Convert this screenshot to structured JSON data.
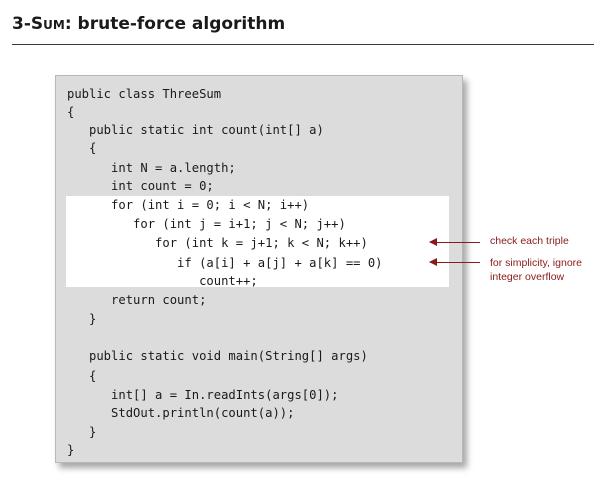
{
  "slide": {
    "title_prefix": "3-",
    "title_smallcaps": "Sum",
    "title_rest": ": brute-force algorithm"
  },
  "code": {
    "lines": [
      "public class ThreeSum",
      "{",
      "   public static int count(int[] a)",
      "   {",
      "      int N = a.length;",
      "      int count = 0;",
      "      for (int i = 0; i < N; i++)",
      "         for (int j = i+1; j < N; j++)",
      "            for (int k = j+1; k < N; k++)",
      "               if (a[i] + a[j] + a[k] == 0)",
      "                  count++;",
      "      return count;",
      "   }",
      "",
      "   public static void main(String[] args)",
      "   {",
      "      int[] a = In.readInts(args[0]);",
      "      StdOut.println(count(a));",
      "   }",
      "}"
    ]
  },
  "annotations": {
    "check_triple": "check each triple",
    "overflow_line1": "for simplicity, ignore",
    "overflow_line2": "integer overflow"
  },
  "colors": {
    "annotation": "#8b1a1a",
    "panel": "#dcdcdc",
    "highlight": "#ffffff"
  }
}
